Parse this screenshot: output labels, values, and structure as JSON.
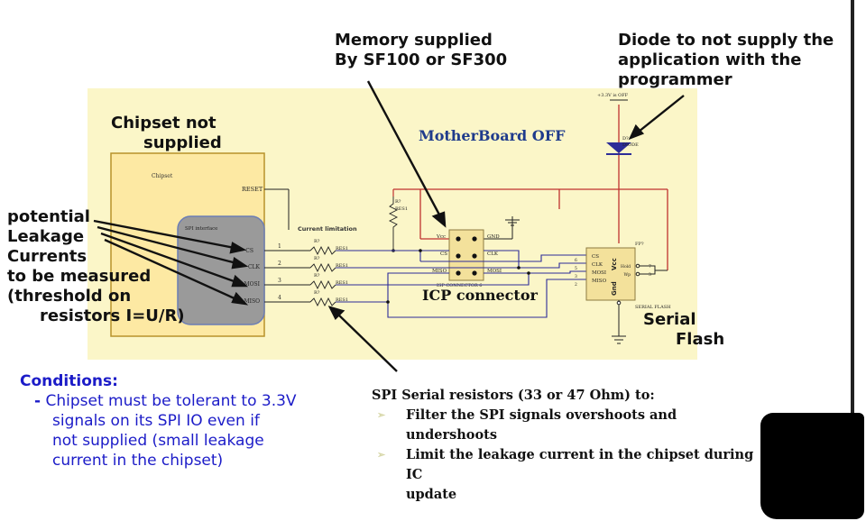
{
  "callouts": {
    "memory": [
      "Memory supplied",
      "By SF100 or SF300"
    ],
    "diode": [
      "Diode to not supply the",
      "application with the",
      "programmer"
    ],
    "chipset": [
      "Chipset not",
      "supplied"
    ],
    "leakage": [
      "potential",
      "Leakage",
      "Currents",
      "to be measured",
      "(threshold on",
      "resistors I=U/R)"
    ],
    "serial_flash": [
      "Serial",
      "Flash"
    ]
  },
  "schematic": {
    "motherboard_label": "MotherBoard OFF",
    "icp_label": "ICP connector",
    "chipset_block": "Chipset",
    "reset_pin": "RESET",
    "spi_interface": "SPI interface",
    "chipset_pins": [
      "CS",
      "CLK",
      "MOSI",
      "MISO"
    ],
    "line_numbers": [
      "1",
      "2",
      "3",
      "4"
    ],
    "current_limitation": "Current limitation",
    "resistor_ref": "R?",
    "resistor_val": "RES1",
    "pullup_ref": "R?",
    "pullup_val": "RES1",
    "supply_label": "+3.3V is OFF",
    "diode_ref": "D?",
    "diode_val": "DIODE",
    "isp_pins_left": [
      "Vcc",
      "CS",
      "MISO"
    ],
    "isp_pins_right": [
      "GND",
      "CLK",
      "MOSI"
    ],
    "isp_connector": "ISP CONNECTOR 6",
    "isp_pin_numbers": [
      "6",
      "5",
      "3",
      "2"
    ],
    "flash_pins_left": [
      "CS",
      "CLK",
      "MOSI",
      "MISO"
    ],
    "flash_pins_right": [
      "Hold",
      "Wp"
    ],
    "flash_vcc": "Vcc",
    "flash_gnd": "Gnd",
    "flash_ref": "FP?",
    "flash_label": "SERIAL FLASH",
    "flash_pin_numbers": [
      "7",
      "3"
    ]
  },
  "conditions": {
    "title": "Conditions:",
    "dash": "-",
    "lines": [
      "Chipset must be tolerant to 3.3V",
      "signals on its SPI IO even if",
      "not supplied (small leakage",
      "current in the chipset)"
    ]
  },
  "spi_resistors": {
    "title": "SPI Serial resistors (33 or 47 Ohm) to:",
    "bullets": [
      "Filter the SPI signals overshoots and undershoots",
      "Limit the leakage current in the chipset during IC"
    ],
    "continuation": "update"
  },
  "colors": {
    "panel": "#fbf6c8",
    "chipset_fill": "#fde9a3",
    "spi_fill": "#9a9a9a",
    "wire_red": "#c0322f",
    "wire_blue": "#2c2c98",
    "conditions_text": "#1c1cc8"
  }
}
